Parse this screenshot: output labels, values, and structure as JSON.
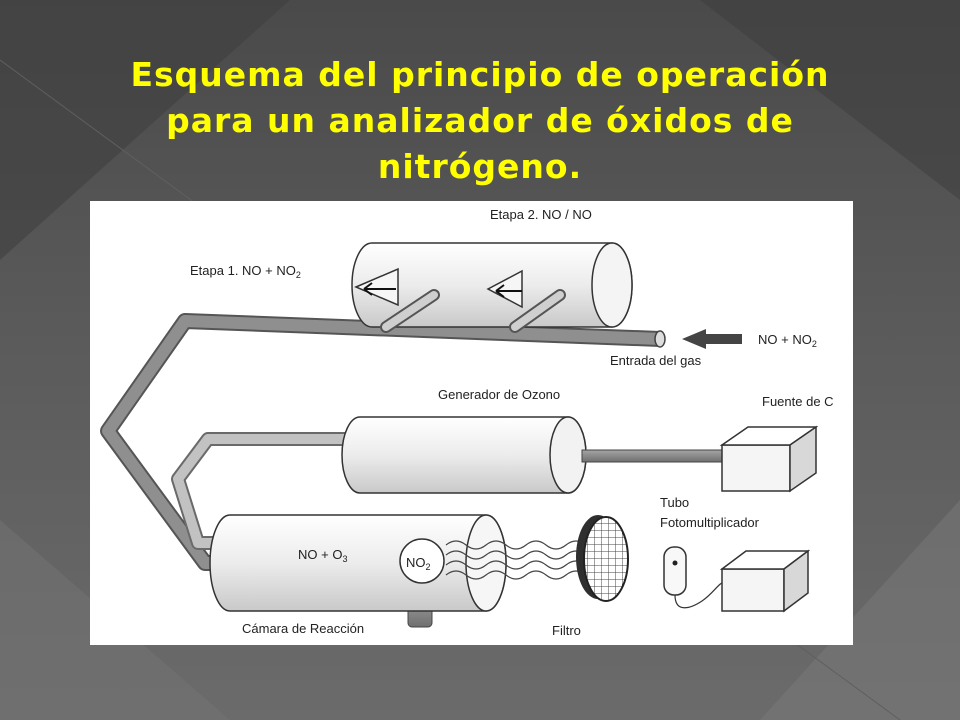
{
  "slide": {
    "title_lines": [
      "Esquema del principio de operación",
      "para un analizador de óxidos de",
      "nitrógeno."
    ]
  },
  "diagram": {
    "labels": {
      "stage2": "Etapa 2. NO / NO",
      "stage1_prefix": "Etapa 1. NO + NO",
      "stage1_sub": "2",
      "gas_in_formula_prefix": "NO +  NO",
      "gas_in_formula_sub": "2",
      "gas_inlet": "Entrada del gas",
      "ozone_generator": "Generador de Ozono",
      "source": "Fuente de C",
      "tube_line1": "Tubo",
      "tube_line2": "Fotomultiplicador",
      "chamber_formula_prefix": "NO + O",
      "chamber_formula_sub": "3",
      "no2_circle_prefix": "NO",
      "no2_circle_sub": "2",
      "reaction_chamber": "Cámara de Reacción",
      "filter": "Filtro"
    },
    "colors": {
      "title": "#ffff00",
      "tube": "#8a8a8a",
      "cylinder": "#efefef",
      "outline": "#333333"
    }
  }
}
